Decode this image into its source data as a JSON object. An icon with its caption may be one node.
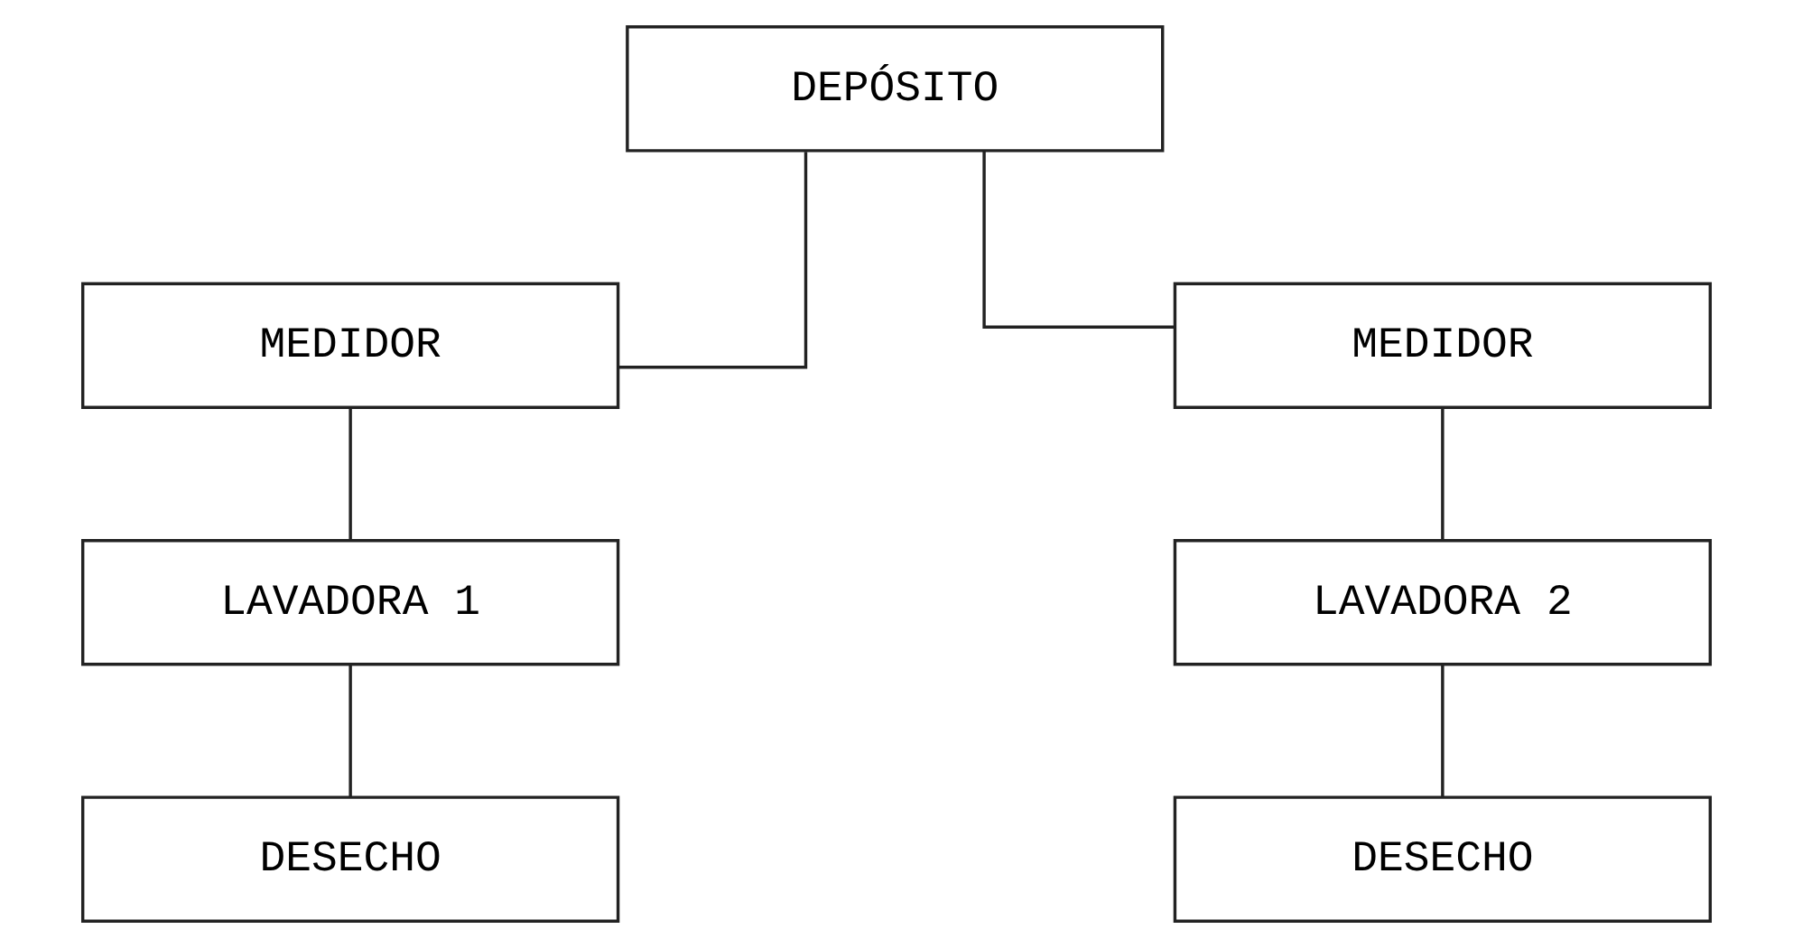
{
  "diagram": {
    "nodes": [
      {
        "text": [
          "DEPÓSITO"
        ]
      },
      {
        "text": [
          "MEDIDOR"
        ]
      },
      {
        "text": [
          "MEDIDOR"
        ]
      },
      {
        "text": [
          "LAVADORA 1"
        ]
      },
      {
        "text": [
          "LAVADORA 2"
        ]
      },
      {
        "text": [
          "DESECHO"
        ]
      },
      {
        "text": [
          "DESECHO"
        ]
      }
    ],
    "edges": [
      {
        "from": 0,
        "to": 1,
        "arrow": "none"
      },
      {
        "from": 0,
        "to": 2,
        "arrow": "none"
      },
      {
        "from": 1,
        "to": 3,
        "arrow": "none"
      },
      {
        "from": 2,
        "to": 4,
        "arrow": "none"
      },
      {
        "from": 3,
        "to": 5,
        "arrow": "none"
      },
      {
        "from": 4,
        "to": 6,
        "arrow": "none"
      }
    ]
  }
}
